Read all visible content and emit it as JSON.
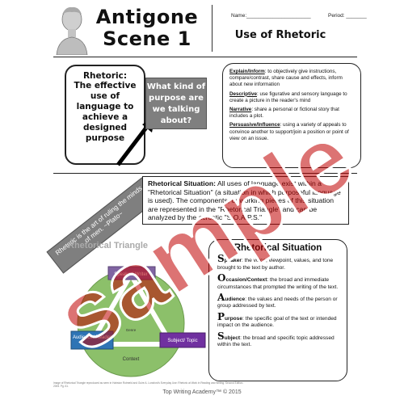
{
  "header": {
    "title_line1": "Antigone",
    "title_line2": "Scene 1",
    "name_field": "Name:______________________",
    "period_field": "Period: _______",
    "subtitle": "Use of Rhetoric"
  },
  "rhetoric_box": {
    "term": "Rhetoric:",
    "definition": "The effective use of language to achieve a designed purpose"
  },
  "question": "What kind of purpose are we talking about?",
  "purpose_box": {
    "items": [
      {
        "label": "Explain/Inform",
        "text": ": to objectively give instructions, compare/contrast, share cause and effects, inform about new information"
      },
      {
        "label": "Descriptive",
        "text": ": use figurative and sensory language to create a picture in the reader's mind"
      },
      {
        "label": "Narrative",
        "text": ": share a personal or fictional story that includes a plot."
      },
      {
        "label": "Persuasive/Influence",
        "text": ": using a variety of appeals to convince another to support/join a position or point of view on an issue."
      }
    ]
  },
  "quote_banner": {
    "text": "Rhetoric is the art of ruling the minds of men. ~Plato~"
  },
  "situation_box": {
    "lead": "Rhetorical Situation:",
    "text": " All uses of language exist within a \"Rhetorical Situation\" (a situation in which purposeful language is used). The components, or working pieces of this situation are represented in the \"Rhetorical Triangle\" and can be analyzed by the acrostic \"S.O.A.P.S.\""
  },
  "diagram": {
    "title": "Rhetorical Triangle",
    "speaker": "Speaker/ Writer",
    "audience": "Audience/ Reader",
    "subject": "Subject/ Topic",
    "context": "Context",
    "center": "Genre",
    "colors": {
      "circle": "#8cc06a",
      "speaker": "#8064a2",
      "audience": "#2e74b5",
      "subject": "#7030a0"
    }
  },
  "situation_list": {
    "title": "Rhetorical Situation",
    "items": [
      {
        "cap": "S",
        "label": "peaker",
        "text": ": the voice, viewpoint, values, and tone brought to the text by author."
      },
      {
        "cap": "O",
        "label": "ccasion/Context",
        "text": ": the broad and immediate circumstances that prompted the writing of the text."
      },
      {
        "cap": "A",
        "label": "udience",
        "text": ": the values and needs of the person or group addressed by text."
      },
      {
        "cap": "P",
        "label": "urpose",
        "text": ": the specific goal of the text or intended impact on the audience."
      },
      {
        "cap": "S",
        "label": "ubject",
        "text": ": the broad and specific topic addressed within the text."
      }
    ]
  },
  "credit": "Image of Rhetorical Triangle reproduced as seen in Hairston Rotmeld and Guire A. Lunsford's Everyday Use: Rhetoric at Work in Reading and Writing. Second Edition. 2005. Pg. 61.",
  "footer": "Top Writing Academy™ © 2015",
  "watermark": "sample"
}
